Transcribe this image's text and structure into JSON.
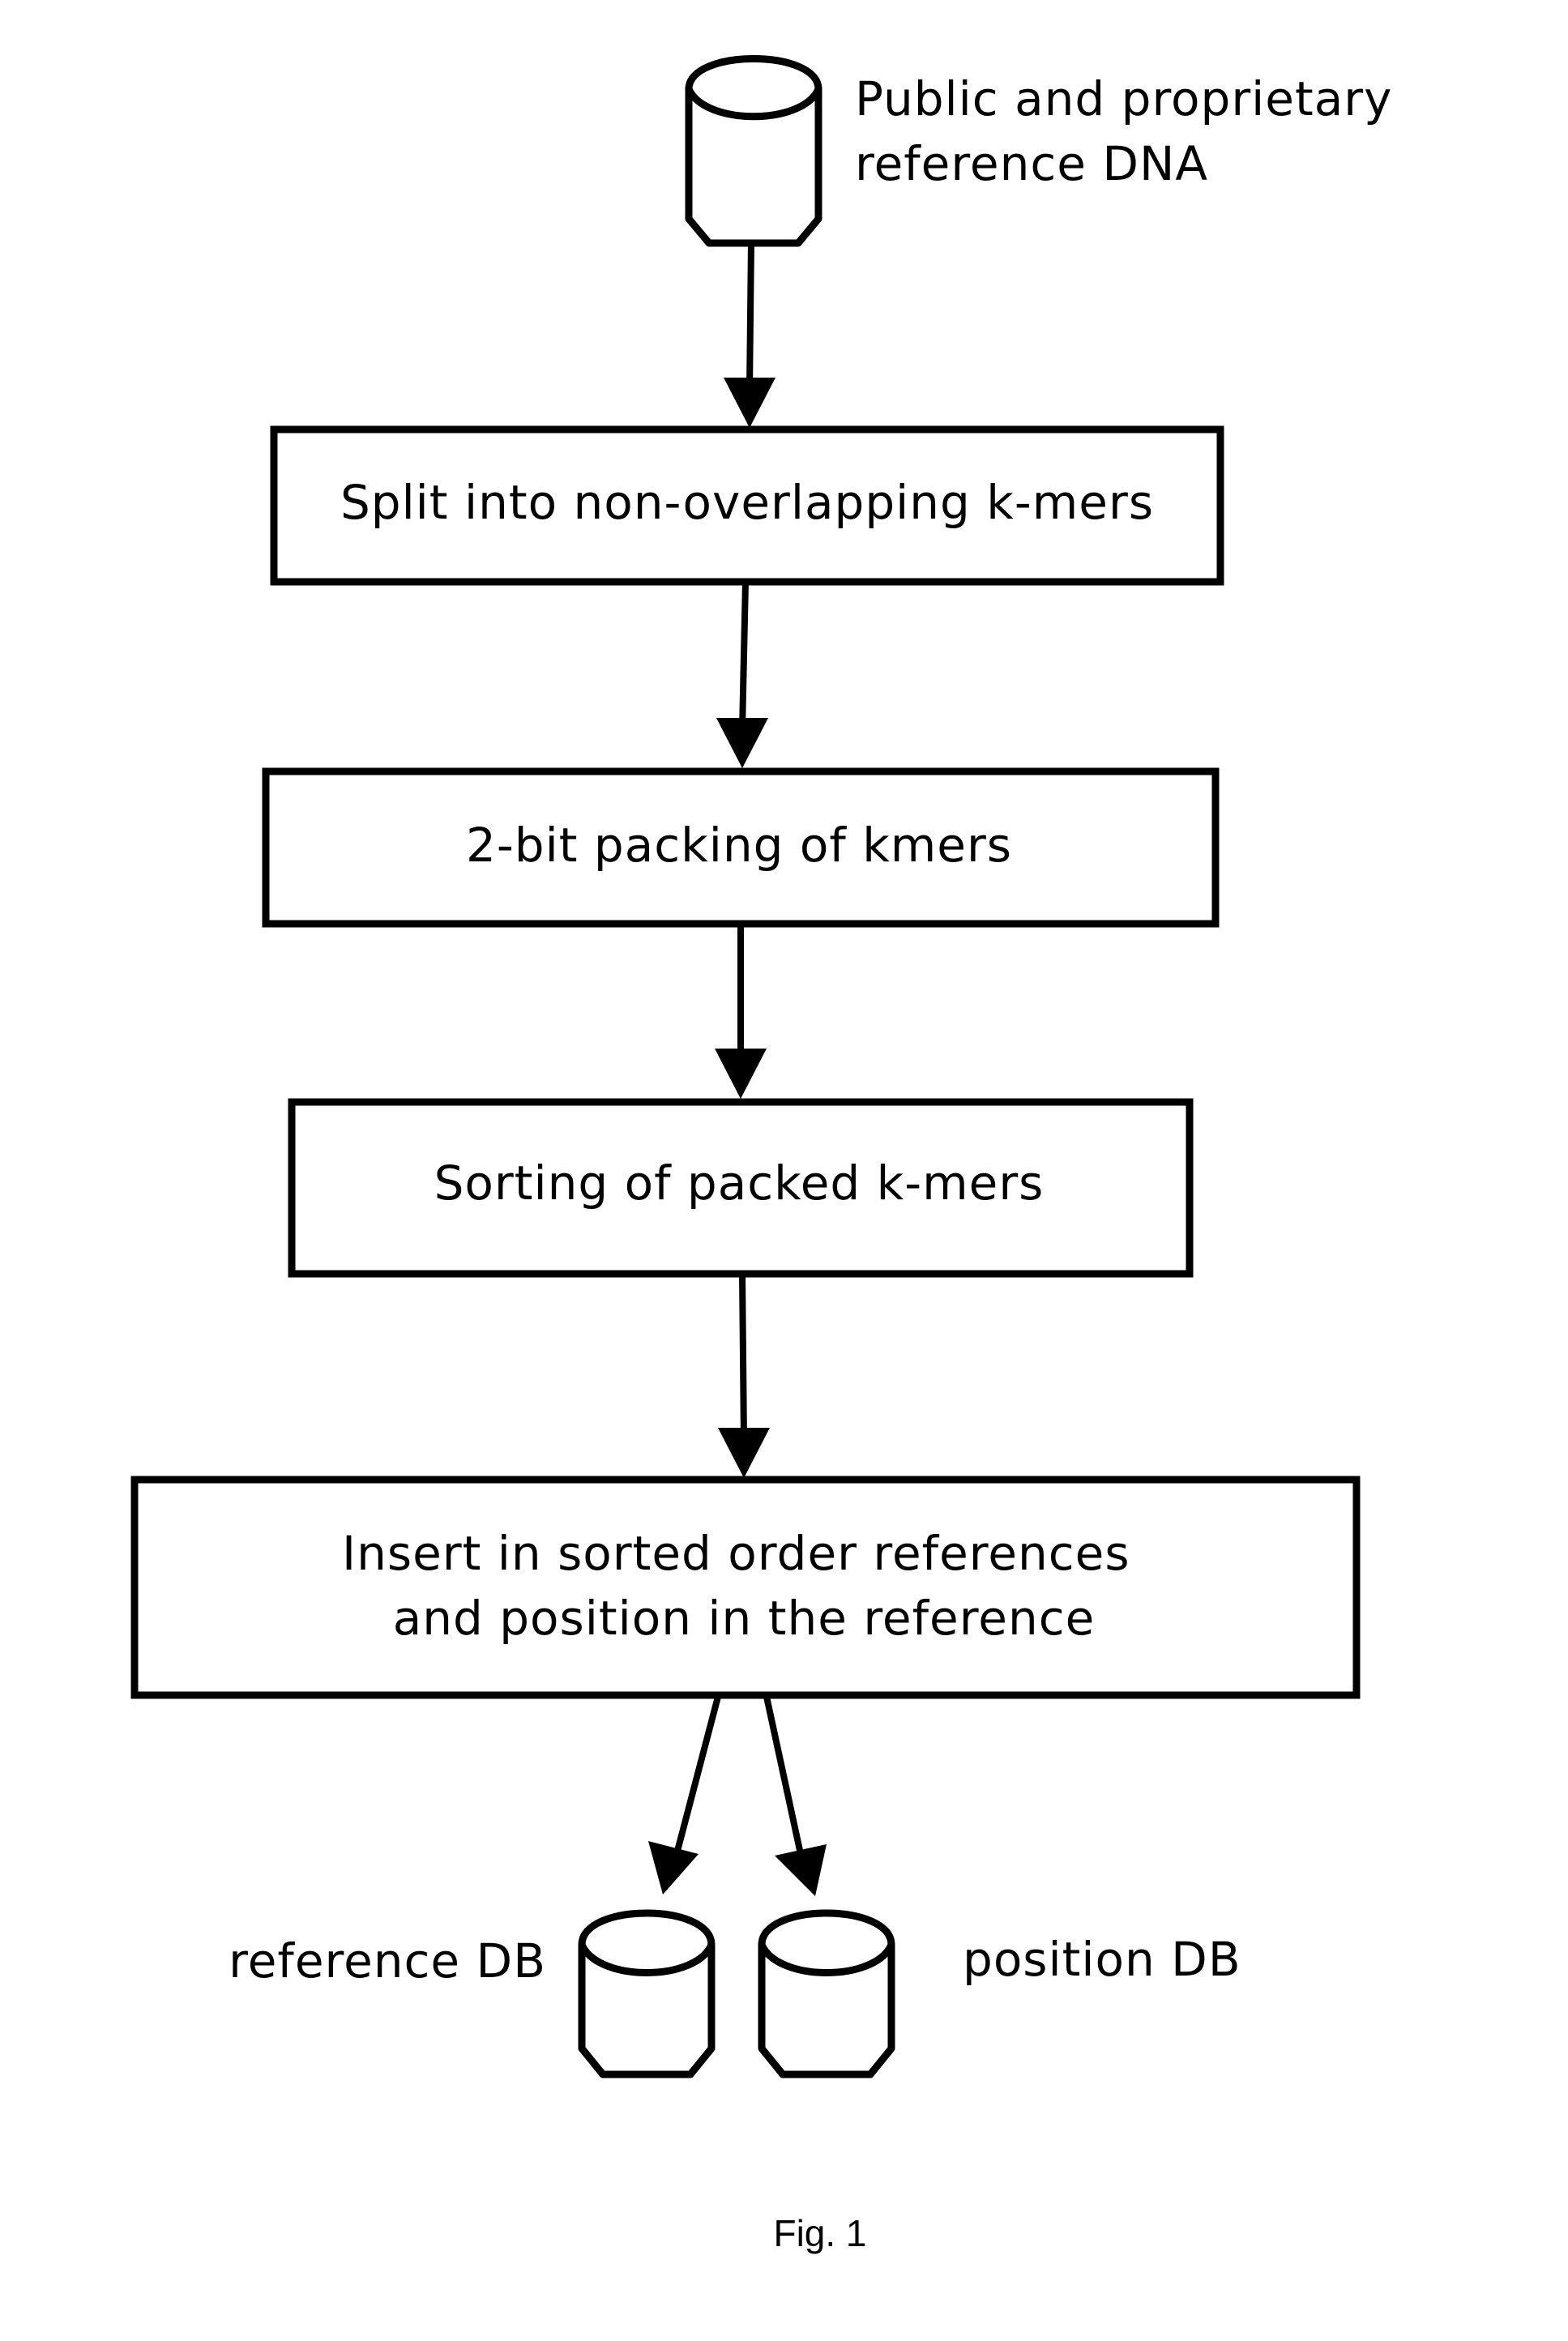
{
  "nodes": {
    "source_db": {
      "label_lines": [
        "Public and proprietary",
        "reference DNA"
      ]
    },
    "split": {
      "label_lines": [
        "Split into non-overlapping k-mers"
      ]
    },
    "packing": {
      "label_lines": [
        "2-bit packing of kmers"
      ]
    },
    "sorting": {
      "label_lines": [
        "Sorting of packed k-mers"
      ]
    },
    "insert": {
      "label_lines": [
        "Insert in sorted order references",
        "and position in the reference"
      ]
    },
    "reference_db": {
      "label_lines": [
        "reference DB"
      ]
    },
    "position_db": {
      "label_lines": [
        "position DB"
      ]
    }
  },
  "edges": [
    {
      "from": "source_db",
      "to": "split"
    },
    {
      "from": "split",
      "to": "packing"
    },
    {
      "from": "packing",
      "to": "sorting"
    },
    {
      "from": "sorting",
      "to": "insert"
    },
    {
      "from": "insert",
      "to": "reference_db"
    },
    {
      "from": "insert",
      "to": "position_db"
    }
  ],
  "caption": "Fig. 1"
}
